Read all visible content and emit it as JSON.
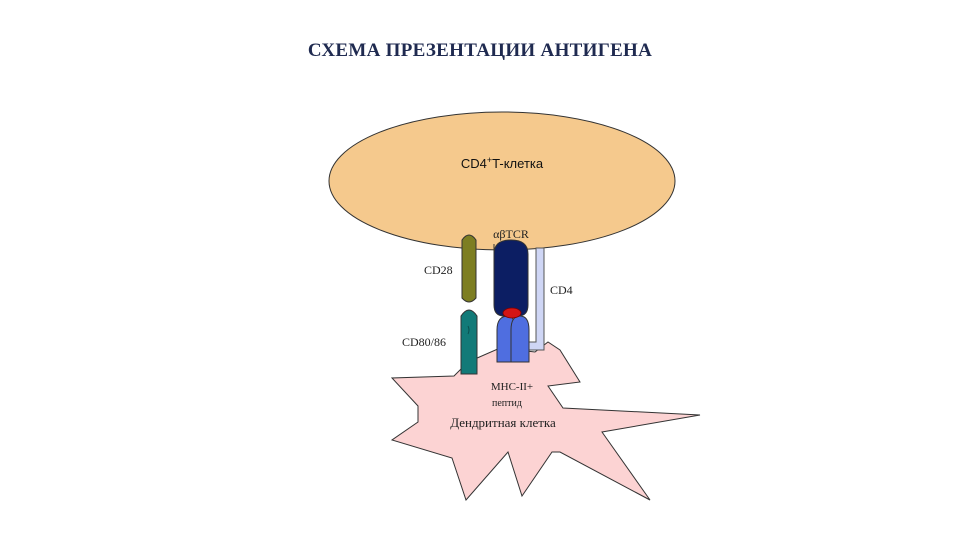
{
  "title": "СХЕМА ПРЕЗЕНТАЦИИ АНТИГЕНА",
  "labels": {
    "tcell_prefix": "CD4",
    "tcell_sup": "+",
    "tcell_suffix": "T-клетка",
    "tcr": "αβTCR",
    "cd28": "CD28",
    "cd4": "CD4",
    "cd80": "CD80/86",
    "mhc": "MHC-II+",
    "peptide": "пептид",
    "dendritic": "Дендритная клетка"
  },
  "colors": {
    "tcell_fill": "#f5c98d",
    "dendritic_fill": "#fcd3d3",
    "cd28_fill": "#7d7e22",
    "cd80_fill": "#127a78",
    "tcr_fill": "#0c1e63",
    "mhc_fill": "#4f6ee0",
    "peptide_fill": "#d41515",
    "cd4_fill": "#cfd6f5"
  }
}
